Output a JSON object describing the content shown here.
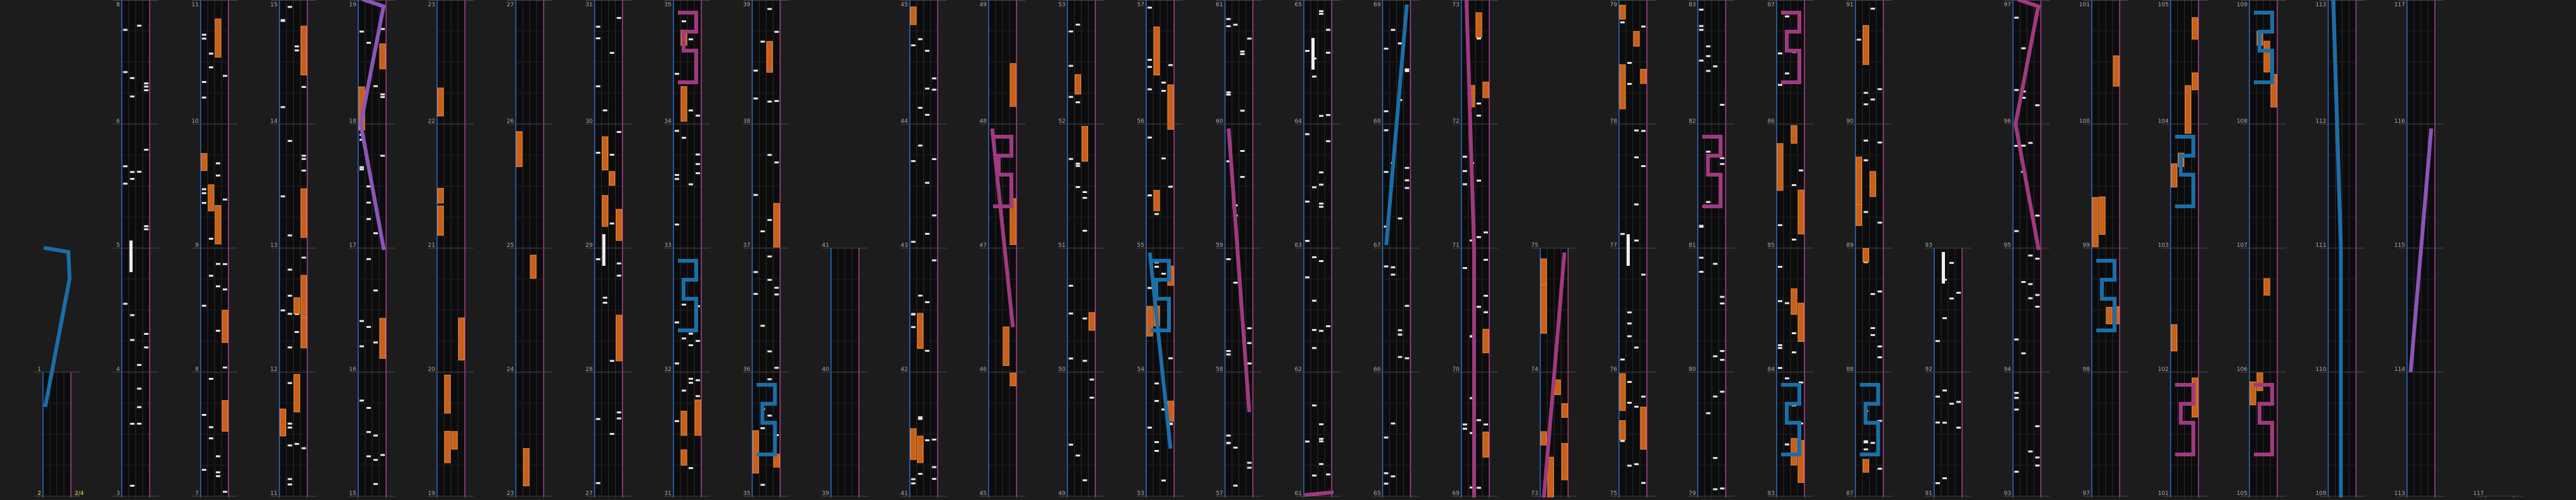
{
  "page": {
    "background": "#1c1c1c"
  },
  "colors": {
    "lane_bg": "#0c0c0c",
    "lane_grid": "#2a2a36",
    "divider": "#4a4a52",
    "border_left": "#2a6fc9",
    "border_right": "#b04090",
    "tap_note": "#e8e8e8",
    "hold_note": "#c8601c",
    "hold_note_edge": "#f08a2a",
    "slide_blue": "#1a6fa8",
    "slide_pink": "#a03a80",
    "slide_purple": "#8c55b8",
    "wall_white": "#f0f0f0",
    "measure_number": "#aaaaaa",
    "measure_number_highlight": "#e6e63c"
  },
  "chart": {
    "rows_per_column": 4,
    "columns": [
      {
        "measures": [
          "",
          "",
          "",
          "1",
          "2"
        ],
        "end_label": "2/4",
        "notes": [],
        "slides": [
          "blue-diag-left"
        ]
      },
      {
        "measures": [
          "8",
          "6",
          "5",
          "4",
          "3"
        ],
        "notes": [
          "tap-stream"
        ],
        "slides": []
      },
      {
        "measures": [
          "11",
          "10",
          "9",
          "8",
          "7"
        ],
        "notes": [
          "tap-stream",
          "hold"
        ],
        "slides": []
      },
      {
        "measures": [
          "15",
          "14",
          "13",
          "12",
          "11"
        ],
        "notes": [
          "tap-stream",
          "hold"
        ],
        "slides": []
      },
      {
        "measures": [
          "19",
          "18",
          "17",
          "16",
          "15"
        ],
        "notes": [
          "tap-stream",
          "hold"
        ],
        "slides": [
          "purple-zigzag"
        ]
      },
      {
        "measures": [
          "23",
          "22",
          "21",
          "20",
          "19"
        ],
        "notes": [
          "hold"
        ],
        "slides": []
      },
      {
        "measures": [
          "27",
          "26",
          "25",
          "24",
          "23"
        ],
        "notes": [
          "hold"
        ],
        "slides": []
      },
      {
        "measures": [
          "31",
          "30",
          "29",
          "28",
          "27"
        ],
        "notes": [
          "tap-stream",
          "hold"
        ],
        "slides": []
      },
      {
        "measures": [
          "35",
          "34",
          "33",
          "32",
          "31"
        ],
        "notes": [
          "tap-stream",
          "hold"
        ],
        "slides": [
          "pink-steps",
          "blue-steps"
        ]
      },
      {
        "measures": [
          "39",
          "38",
          "37",
          "36",
          "35"
        ],
        "notes": [
          "tap-stream",
          "hold"
        ],
        "slides": [
          "blue-steps"
        ]
      },
      {
        "measures": [
          "",
          "",
          "41",
          "40",
          "39"
        ],
        "notes": [],
        "slides": []
      },
      {
        "measures": [
          "45",
          "44",
          "43",
          "42",
          "41"
        ],
        "notes": [
          "tap-stream",
          "hold"
        ],
        "slides": []
      },
      {
        "measures": [
          "49",
          "48",
          "47",
          "46",
          "45"
        ],
        "notes": [
          "hold"
        ],
        "slides": [
          "pink-steps",
          "pink-diag"
        ]
      },
      {
        "measures": [
          "53",
          "52",
          "51",
          "50",
          "49"
        ],
        "notes": [
          "tap-stream",
          "hold"
        ],
        "slides": []
      },
      {
        "measures": [
          "57",
          "56",
          "55",
          "54",
          "53"
        ],
        "notes": [
          "tap-stream",
          "hold"
        ],
        "slides": [
          "blue-steps",
          "blue-diag"
        ]
      },
      {
        "measures": [
          "61",
          "60",
          "59",
          "58",
          "57"
        ],
        "notes": [
          "tap-stream"
        ],
        "slides": [
          "pink-diag"
        ]
      },
      {
        "measures": [
          "65",
          "64",
          "63",
          "62",
          "61"
        ],
        "notes": [
          "tap-stream"
        ],
        "slides": [
          "pink-foot"
        ]
      },
      {
        "measures": [
          "69",
          "68",
          "67",
          "66",
          "65"
        ],
        "notes": [
          "tap-stream"
        ],
        "slides": [
          "blue-diag"
        ]
      },
      {
        "measures": [
          "73",
          "72",
          "71",
          "70",
          "69"
        ],
        "notes": [
          "tap-stream",
          "hold"
        ],
        "slides": [
          "pink-long"
        ]
      },
      {
        "measures": [
          "",
          "",
          "75",
          "74",
          "73"
        ],
        "notes": [
          "hold"
        ],
        "slides": [
          "pink-diag"
        ]
      },
      {
        "measures": [
          "79",
          "78",
          "77",
          "76",
          "75"
        ],
        "notes": [
          "tap-stream",
          "hold"
        ],
        "slides": []
      },
      {
        "measures": [
          "83",
          "82",
          "81",
          "80",
          "79"
        ],
        "notes": [
          "tap-stream"
        ],
        "slides": [
          "pink-steps"
        ]
      },
      {
        "measures": [
          "87",
          "86",
          "85",
          "84",
          "83"
        ],
        "notes": [
          "tap-stream",
          "hold"
        ],
        "slides": [
          "pink-steps",
          "blue-steps"
        ]
      },
      {
        "measures": [
          "91",
          "90",
          "89",
          "88",
          "87"
        ],
        "notes": [
          "tap-stream",
          "hold"
        ],
        "slides": [
          "blue-steps"
        ]
      },
      {
        "measures": [
          "",
          "",
          "93",
          "92",
          "91"
        ],
        "notes": [
          "tap-stream"
        ],
        "slides": []
      },
      {
        "measures": [
          "97",
          "96",
          "95",
          "94",
          "93"
        ],
        "notes": [
          "tap-stream"
        ],
        "slides": [
          "pink-zigzag"
        ]
      },
      {
        "measures": [
          "101",
          "100",
          "99",
          "98",
          "97"
        ],
        "notes": [
          "hold"
        ],
        "slides": [
          "blue-steps"
        ]
      },
      {
        "measures": [
          "105",
          "104",
          "103",
          "102",
          "101"
        ],
        "notes": [
          "hold"
        ],
        "slides": [
          "blue-steps",
          "pink-steps"
        ]
      },
      {
        "measures": [
          "109",
          "108",
          "107",
          "106",
          "105"
        ],
        "notes": [
          "hold"
        ],
        "slides": [
          "pink-steps",
          "blue-steps"
        ]
      },
      {
        "measures": [
          "113",
          "112",
          "111",
          "110",
          "109"
        ],
        "notes": [],
        "slides": [
          "purple-long",
          "blue-long"
        ]
      },
      {
        "measures": [
          "117",
          "116",
          "115",
          "114",
          "113"
        ],
        "notes": [],
        "slides": [
          "purple-diag"
        ]
      },
      {
        "measures": [
          "",
          "",
          "",
          "",
          "117"
        ],
        "notes": [],
        "slides": []
      }
    ]
  }
}
